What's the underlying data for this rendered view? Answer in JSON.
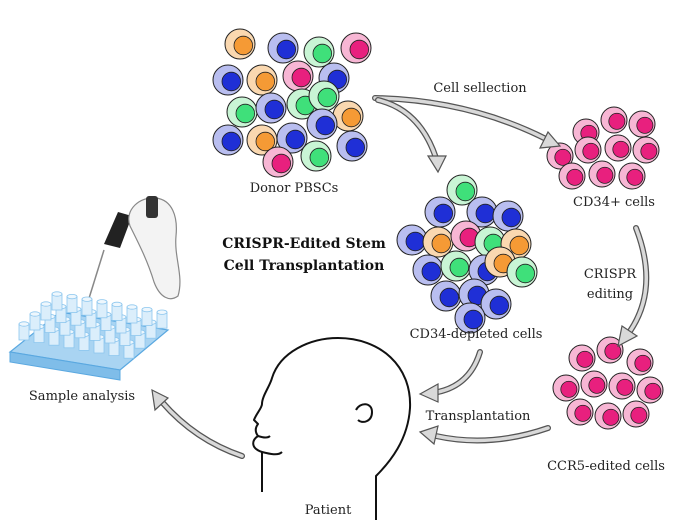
{
  "title_line1": "CRISPR-Edited Stem",
  "title_line2": "Cell Transplantation",
  "labels": {
    "donor": "Donor PBSCs",
    "cell_selection": "Cell sellection",
    "cd34_pos": "CD34+ cells",
    "crispr_line1": "CRISPR",
    "crispr_line2": "editing",
    "cd34_depleted": "CD34-depleted cells",
    "ccr5": "CCR5-edited cells",
    "transplantation": "Transplantation",
    "patient": "Patient",
    "sample_analysis": "Sample analysis"
  },
  "colors": {
    "blue": "#1f2fd6",
    "green": "#3fe07a",
    "orange": "#f59a35",
    "magenta": "#e8207e",
    "membrane_blue": "#b9bef0",
    "membrane_green": "#c9f5d5",
    "membrane_orange": "#fad8b0",
    "membrane_magenta": "#f7b6d4",
    "arrow_fill": "#d9d9d9",
    "arrow_stroke": "#555555"
  }
}
